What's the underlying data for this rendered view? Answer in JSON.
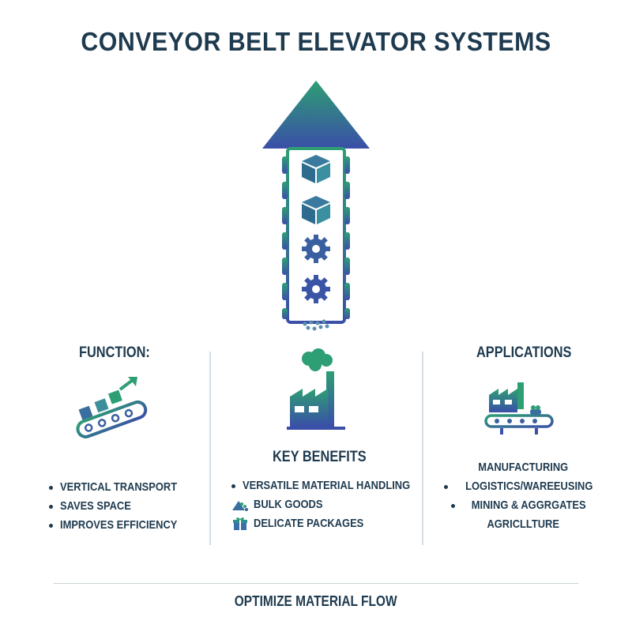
{
  "title": "CONVEYOR BELT ELEVATOR SYSTEMS",
  "colors": {
    "gradient_top": "#2e9e74",
    "gradient_bottom": "#3a4fa8",
    "text": "#1e3a4f"
  },
  "function": {
    "heading": "FUNCTION:",
    "icon": "conveyor-belt-icon",
    "items": [
      "VERTICAL TRANSPORT",
      "SAVES SPACE",
      "IMPROVES EFFICIENCY"
    ]
  },
  "benefits": {
    "heading": "KEY BENEFITS",
    "icon": "factory-icon",
    "items": [
      {
        "icon": "bullet",
        "text": "VERSATILE MATERIAL HANDLING"
      },
      {
        "icon": "bulk-goods-icon",
        "text": "BULK GOODS"
      },
      {
        "icon": "gift-package-icon",
        "text": "DELICATE PACKAGES"
      }
    ]
  },
  "applications": {
    "heading": "APPLICATIONS",
    "icon": "factory-conveyor-icon",
    "items": [
      {
        "bullet": false,
        "text": "MANUFACTURING"
      },
      {
        "bullet": true,
        "text": "LOGISTICS/WAREEUSING"
      },
      {
        "bullet": true,
        "text": "MINING & AGGRGATES"
      },
      {
        "bullet": false,
        "text": "AGRICLLTURE"
      }
    ]
  },
  "footer": "OPTIMIZE MATERIAL FLOW"
}
